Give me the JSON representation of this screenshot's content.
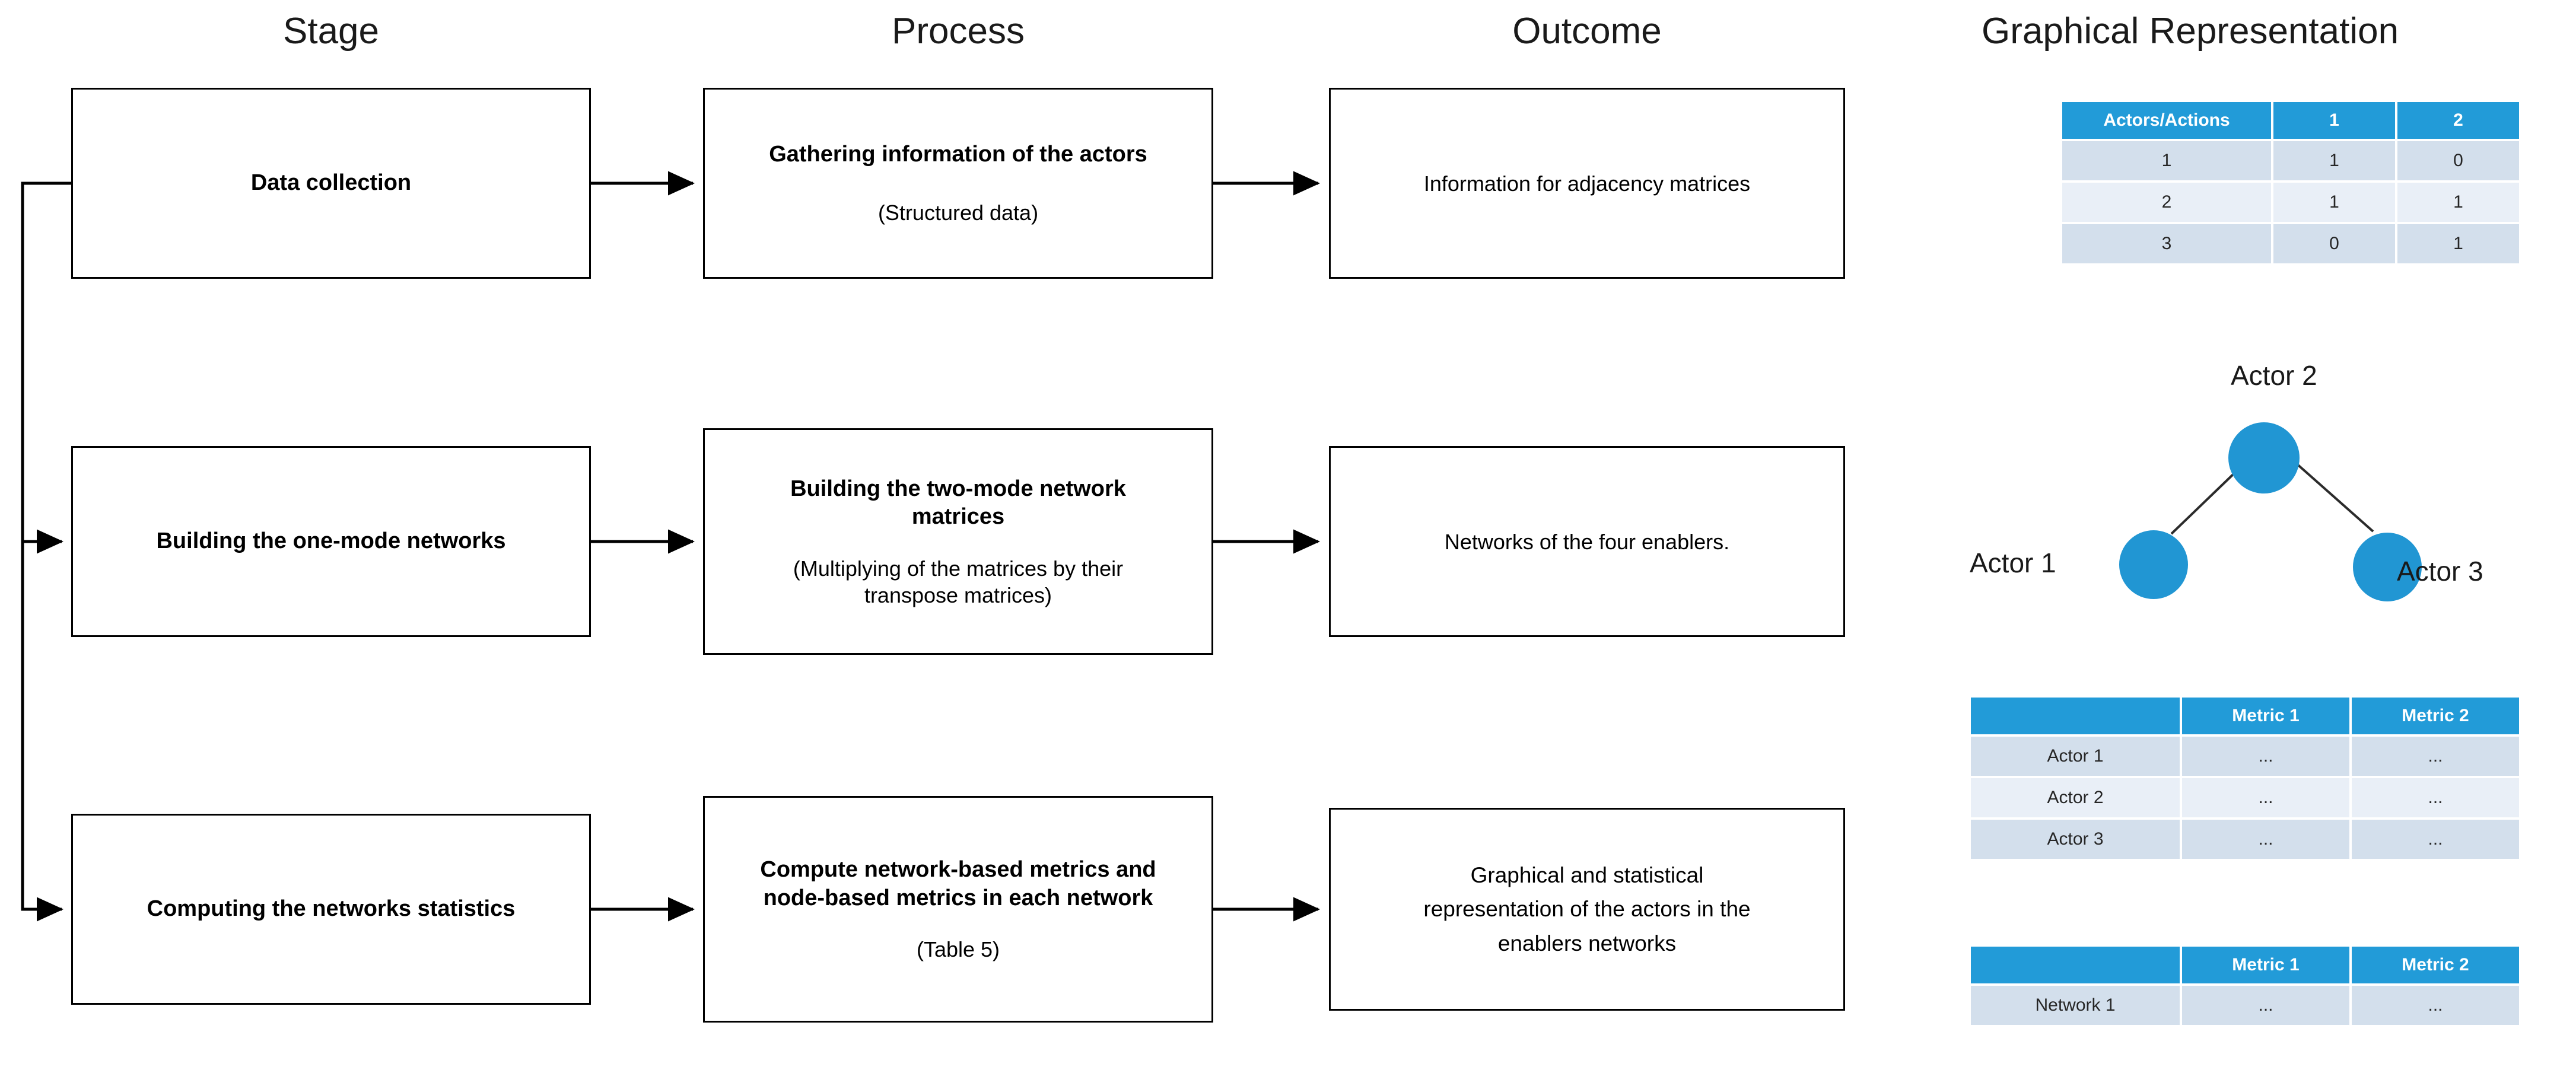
{
  "headers": {
    "stage": "Stage",
    "process": "Process",
    "outcome": "Outcome",
    "graphical": "Graphical Representation"
  },
  "colors": {
    "table_header_blue": "#229BD8",
    "table_row_dark": "#D3DFEC",
    "table_row_light": "#E9EFF7",
    "node_blue": "#2196D3",
    "box_border": "#000000",
    "text": "#1a1a1a"
  },
  "rows": [
    {
      "stage": "Data collection",
      "process_title": "Gathering information of the actors",
      "process_sub": "(Structured data)",
      "outcome": "Information for adjacency matrices"
    },
    {
      "stage": "Building the one-mode networks",
      "process_title_l1": "Building the two-mode network",
      "process_title_l2": "matrices",
      "process_sub_l1": "(Multiplying of the matrices by their",
      "process_sub_l2": "transpose matrices)",
      "outcome": "Networks of the four enablers."
    },
    {
      "stage": "Computing the networks statistics",
      "process_title_l1": "Compute network-based metrics and",
      "process_title_l2": "node-based metrics in each network",
      "process_sub": "(Table 5)",
      "outcome_l1": "Graphical and statistical",
      "outcome_l2": "representation of the actors in the",
      "outcome_l3": "enablers networks"
    }
  ],
  "adjacency_table": {
    "columns": [
      "Actors/Actions",
      "1",
      "2"
    ],
    "rows": [
      [
        "1",
        "1",
        "0"
      ],
      [
        "2",
        "1",
        "1"
      ],
      [
        "3",
        "0",
        "1"
      ]
    ]
  },
  "network_graph": {
    "nodes": [
      {
        "id": "actor1",
        "label": "Actor 1"
      },
      {
        "id": "actor2",
        "label": "Actor 2"
      },
      {
        "id": "actor3",
        "label": "Actor 3"
      }
    ],
    "edges": [
      [
        "actor2",
        "actor1"
      ],
      [
        "actor2",
        "actor3"
      ]
    ]
  },
  "actor_metrics_table": {
    "columns": [
      "",
      "Metric 1",
      "Metric 2"
    ],
    "rows": [
      [
        "Actor 1",
        "...",
        "..."
      ],
      [
        "Actor 2",
        "...",
        "..."
      ],
      [
        "Actor 3",
        "...",
        "..."
      ]
    ]
  },
  "network_metrics_table": {
    "columns": [
      "",
      "Metric 1",
      "Metric 2"
    ],
    "rows": [
      [
        "Network 1",
        "...",
        "..."
      ]
    ]
  }
}
